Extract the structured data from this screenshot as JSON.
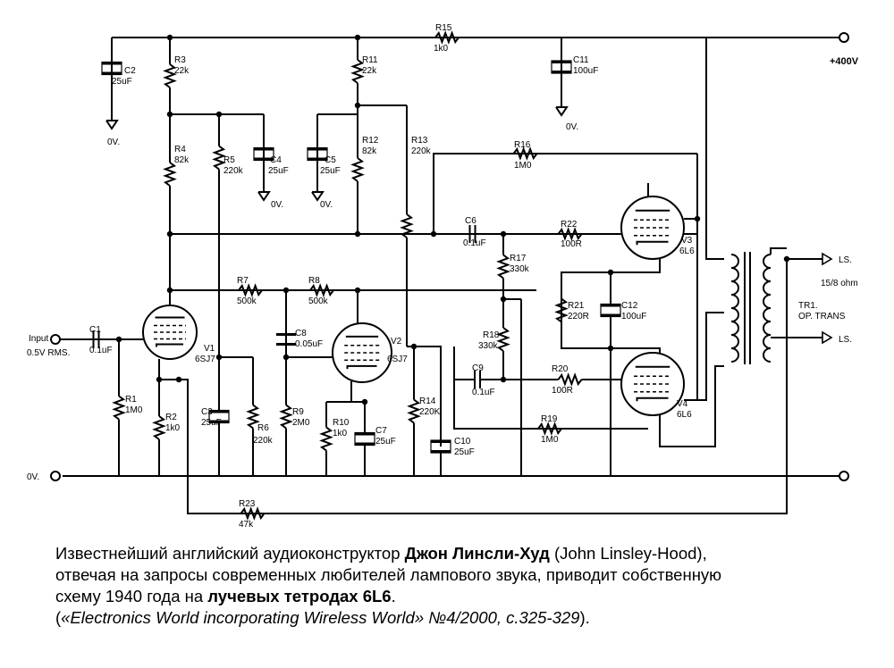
{
  "supply": {
    "rail": "+400V",
    "ground": "0V.",
    "ground_left": "0V.",
    "zero_labels": [
      "0V.",
      "0V.",
      "0V.",
      "0V."
    ]
  },
  "input": {
    "label": "Input",
    "level": "0.5V RMS."
  },
  "tubes": [
    {
      "ref": "V1",
      "type": "6SJ7"
    },
    {
      "ref": "V2",
      "type": "6SJ7"
    },
    {
      "ref": "V3",
      "type": "6L6"
    },
    {
      "ref": "V4",
      "type": "6L6"
    }
  ],
  "resistors": [
    {
      "ref": "R1",
      "value": "1M0"
    },
    {
      "ref": "R2",
      "value": "1k0"
    },
    {
      "ref": "R3",
      "value": "22k"
    },
    {
      "ref": "R4",
      "value": "82k"
    },
    {
      "ref": "R5",
      "value": "220k"
    },
    {
      "ref": "R6",
      "value": "220k"
    },
    {
      "ref": "R7",
      "value": "500k"
    },
    {
      "ref": "R8",
      "value": "500k"
    },
    {
      "ref": "R9",
      "value": "2M0"
    },
    {
      "ref": "R10",
      "value": "1k0"
    },
    {
      "ref": "R11",
      "value": "22k"
    },
    {
      "ref": "R12",
      "value": "82k"
    },
    {
      "ref": "R13",
      "value": "220k"
    },
    {
      "ref": "R14",
      "value": "220K"
    },
    {
      "ref": "R15",
      "value": "1k0"
    },
    {
      "ref": "R16",
      "value": "1M0"
    },
    {
      "ref": "R17",
      "value": "330k"
    },
    {
      "ref": "R18",
      "value": "330k"
    },
    {
      "ref": "R19",
      "value": "1M0"
    },
    {
      "ref": "R20",
      "value": "100R"
    },
    {
      "ref": "R21",
      "value": "220R"
    },
    {
      "ref": "R22",
      "value": "100R"
    },
    {
      "ref": "R23",
      "value": "47k"
    }
  ],
  "capacitors": [
    {
      "ref": "C1",
      "value": "0.1uF"
    },
    {
      "ref": "C2",
      "value": "25uF"
    },
    {
      "ref": "C3",
      "value": "25uF"
    },
    {
      "ref": "C4",
      "value": "25uF"
    },
    {
      "ref": "C5",
      "value": "25uF"
    },
    {
      "ref": "C6",
      "value": "0.1uF"
    },
    {
      "ref": "C7",
      "value": "25uF"
    },
    {
      "ref": "C8",
      "value": "0.05uF"
    },
    {
      "ref": "C9",
      "value": "0.1uF"
    },
    {
      "ref": "C10",
      "value": "25uF"
    },
    {
      "ref": "C11",
      "value": "100uF"
    },
    {
      "ref": "C12",
      "value": "100uF"
    }
  ],
  "transformer": {
    "ref": "TR1.",
    "type": "OP. TRANS",
    "impedance": "15/8 ohm"
  },
  "speaker": {
    "label": "LS."
  },
  "caption": {
    "l1_pre": "Известнейший английский аудиоконструктор ",
    "l1_bold": "Джон Линсли-Худ",
    "l1_post": " (John Linsley-Hood),",
    "l2": "отвечая на запросы современных любителей лампового звука, приводит собственную",
    "l3_pre": "схему 1940 года на ",
    "l3_bold": "лучевых тетродах 6L6",
    "l3_post": ".",
    "l4_pre": "(",
    "l4_ital": "«Electronics World incorporating Wireless World» №4/2000, с.325-329",
    "l4_post": ")."
  }
}
